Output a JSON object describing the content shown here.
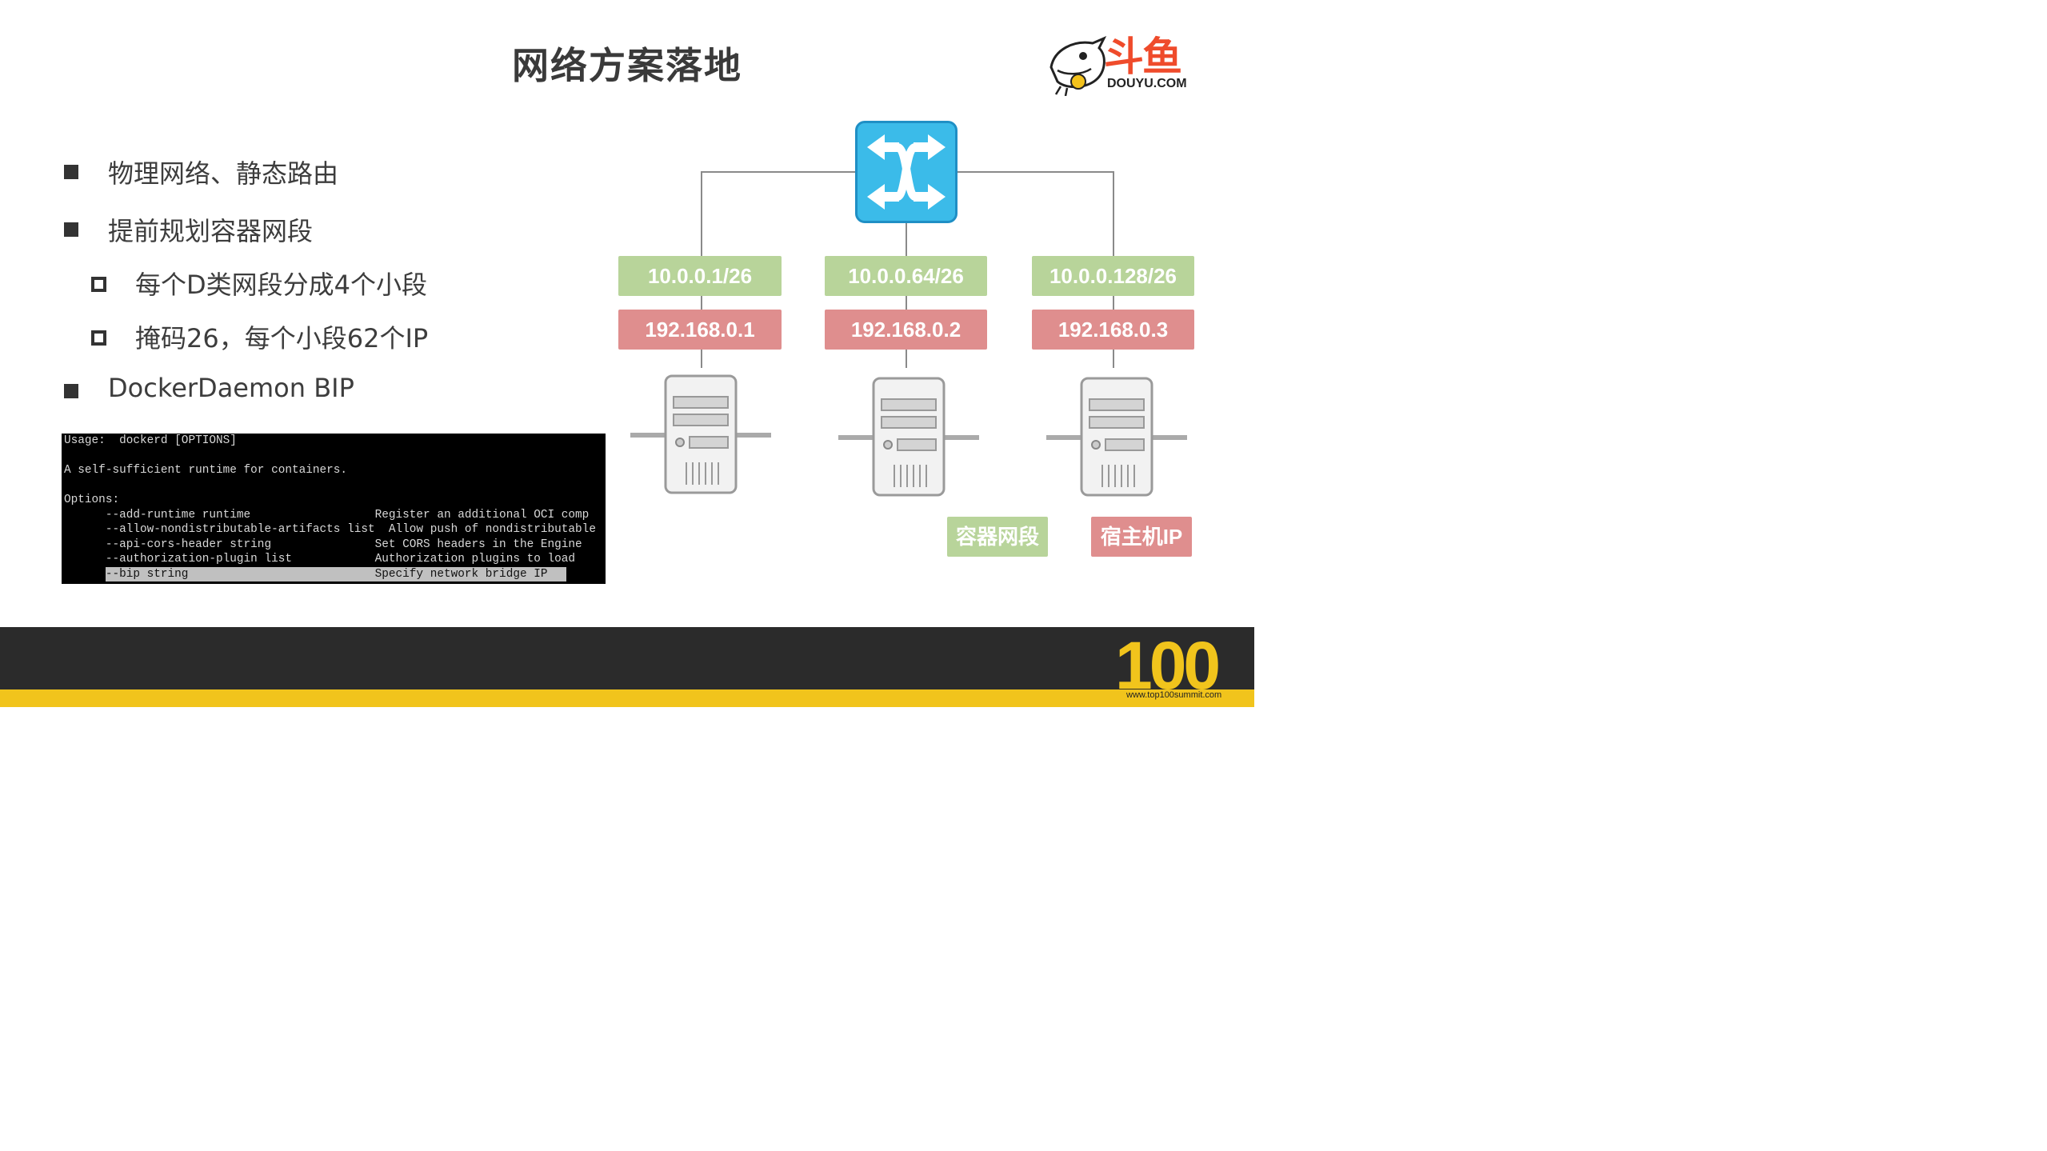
{
  "slide": {
    "title": "网络方案落地"
  },
  "logo": {
    "chars": "斗鱼",
    "domain": "DOUYU.COM"
  },
  "bullets": [
    {
      "text": "物理网络、静态路由",
      "level": 1
    },
    {
      "text": "提前规划容器网段",
      "level": 1
    },
    {
      "text": "每个D类网段分成4个小段",
      "level": 2
    },
    {
      "text": "掩码26，每个小段62个IP",
      "level": 2
    },
    {
      "text": "DockerDaemon BIP",
      "level": 1
    }
  ],
  "terminal": {
    "lines": [
      "Usage:  dockerd [OPTIONS]",
      "",
      "A self-sufficient runtime for containers.",
      "",
      "Options:",
      "      --add-runtime runtime                  Register an additional OCI comp",
      "      --allow-nondistributable-artifacts list  Allow push of nondistributable",
      "      --api-cors-header string               Set CORS headers in the Engine",
      "      --authorization-plugin list            Authorization plugins to load",
      "      --bip string                           Specify network bridge IP"
    ],
    "highlighted_line_index": 9
  },
  "diagram": {
    "hosts": [
      {
        "container_subnet": "10.0.0.1/26",
        "host_ip": "192.168.0.1"
      },
      {
        "container_subnet": "10.0.0.64/26",
        "host_ip": "192.168.0.2"
      },
      {
        "container_subnet": "10.0.0.128/26",
        "host_ip": "192.168.0.3"
      }
    ],
    "legend": {
      "container_subnet": "容器网段",
      "host_ip": "宿主机IP"
    },
    "colors": {
      "switch": "#3bbbe9",
      "container_subnet": "#b8d49a",
      "host_ip": "#df8e8e"
    }
  },
  "footer": {
    "logo": "100",
    "url": "www.top100summit.com"
  }
}
